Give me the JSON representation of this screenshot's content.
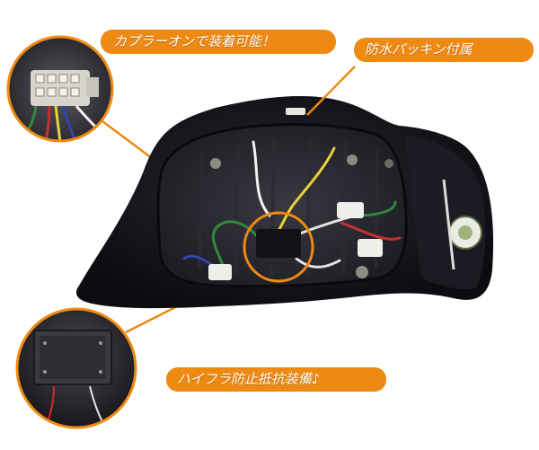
{
  "labels": {
    "coupler": "カプラーオンで装着可能！",
    "packing": "防水パッキン付属",
    "resistor": "ハイフラ防止抵抗装備♪"
  },
  "colors": {
    "accent": "#ee8a12",
    "label_text": "#ffffff",
    "background": "#ffffff",
    "housing": "#16151d"
  }
}
